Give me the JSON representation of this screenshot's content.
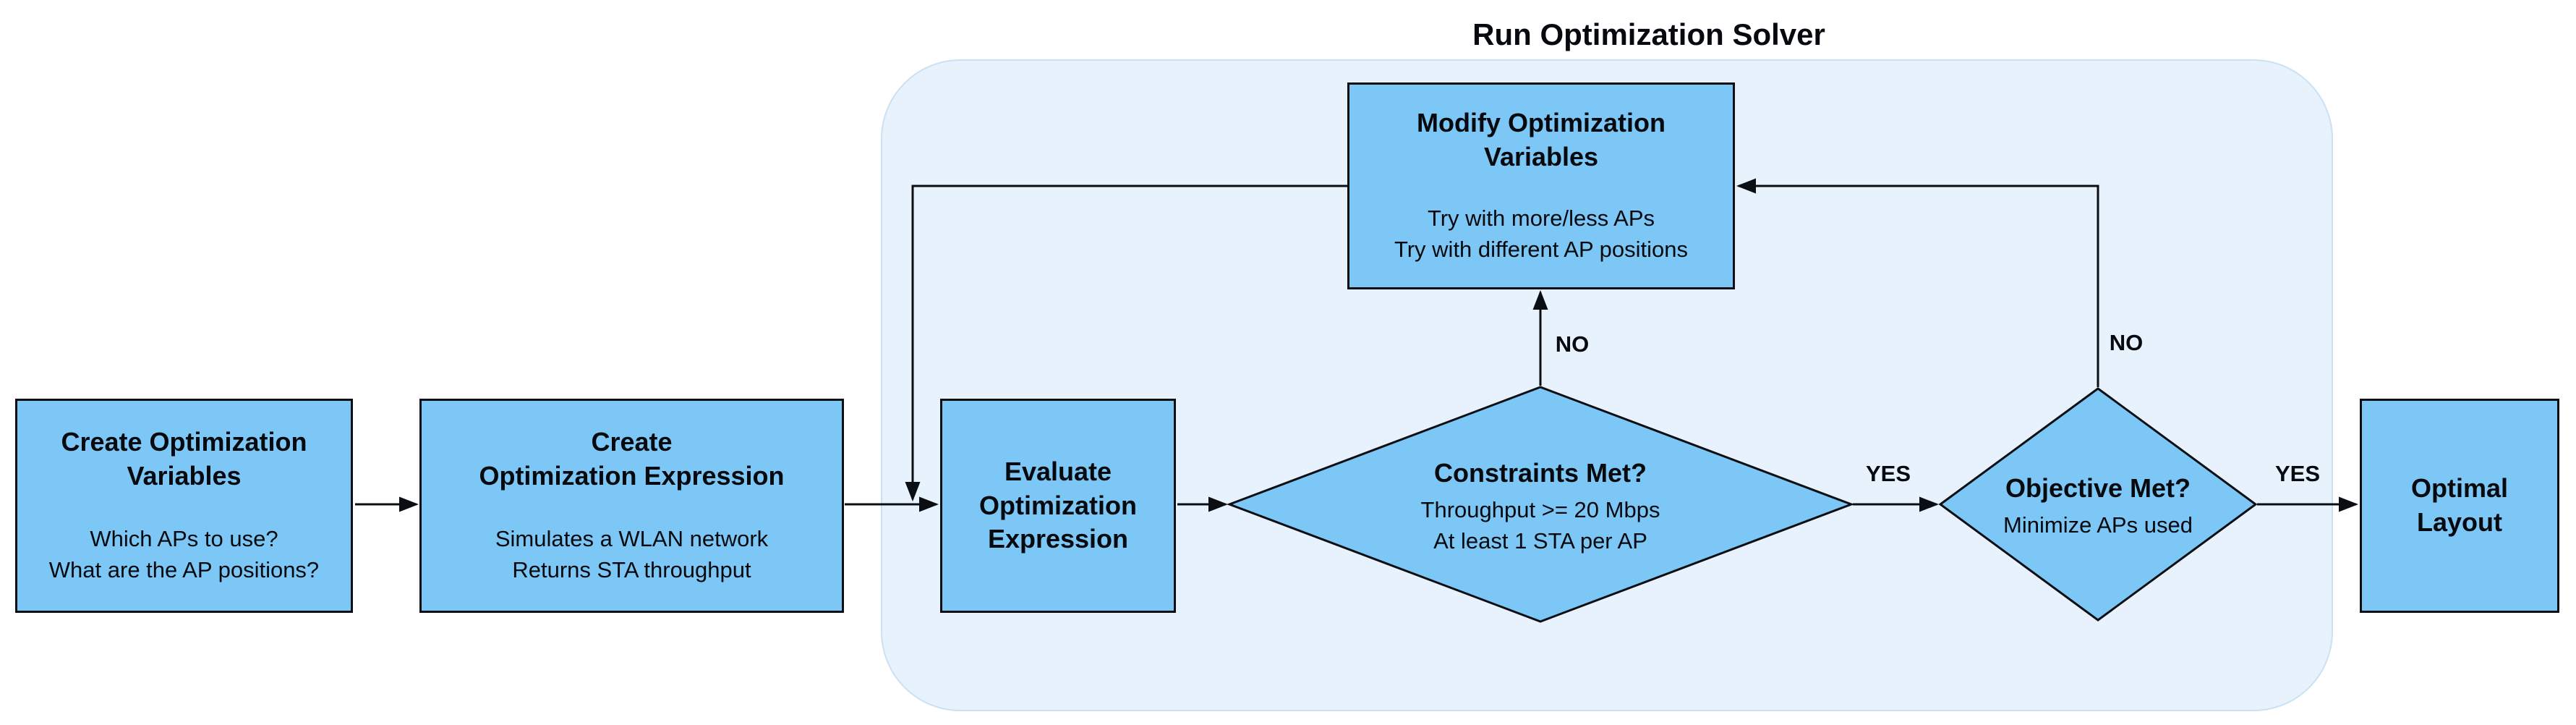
{
  "group": {
    "title": "Run Optimization Solver"
  },
  "nodes": {
    "create_vars": {
      "title": "Create Optimization\nVariables",
      "body": "Which APs to use?\nWhat are the AP positions?"
    },
    "create_expr": {
      "title": "Create\nOptimization Expression",
      "body": "Simulates a WLAN network\nReturns STA throughput"
    },
    "evaluate": {
      "title": "Evaluate\nOptimization\nExpression"
    },
    "modify": {
      "title": "Modify Optimization\nVariables",
      "body": "Try with more/less APs\nTry with different AP positions"
    },
    "constraints": {
      "title": "Constraints Met?",
      "body": "Throughput >= 20 Mbps\nAt least 1 STA per AP"
    },
    "objective": {
      "title": "Objective Met?",
      "body": "Minimize APs used"
    },
    "optimal": {
      "title": "Optimal\nLayout"
    }
  },
  "labels": {
    "constraints_no": "NO",
    "constraints_yes": "YES",
    "objective_no": "NO",
    "objective_yes": "YES"
  },
  "colors": {
    "node_fill": "#7CC7F5",
    "node_border": "#0B0F14",
    "container_fill": "#E7F2FC",
    "container_border": "#CBE1F3",
    "line_color": "#0B0F14",
    "text_color": "#06090D",
    "canvas_bg": "#FFFFFF"
  }
}
